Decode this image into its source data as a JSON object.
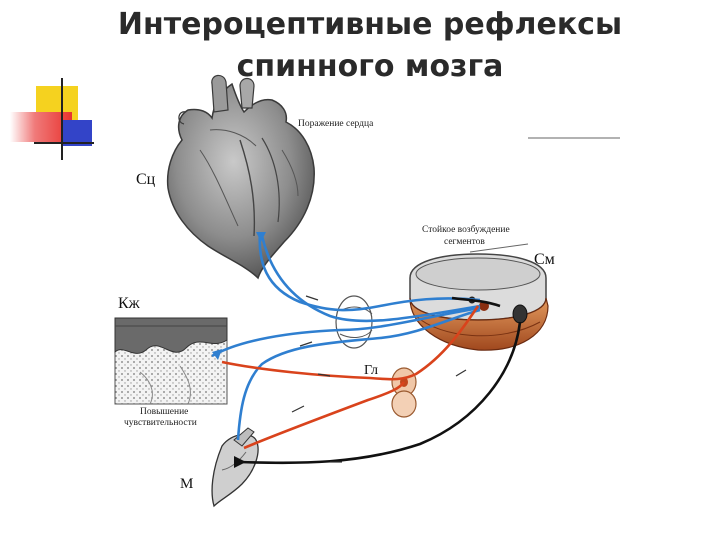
{
  "slide": {
    "title_line1": "Интероцептивные рефлексы",
    "title_line2": "спинного мозга"
  },
  "labels": {
    "heart_damage": "Поражение сердца",
    "heart": "Сц",
    "persistent_excitation_line1": "Стойкое возбуждение",
    "persistent_excitation_line2": "сегментов",
    "spinal_cord": "См",
    "skin": "Кж",
    "ganglion": "Гл",
    "sensitivity_line1": "Повышение",
    "sensitivity_line2": "чувствительности",
    "muscle": "М"
  },
  "colors": {
    "blue_pathway": "#2f7fd0",
    "red_pathway": "#d9431c",
    "black_pathway": "#111111",
    "deco_yellow": "#f5d21f",
    "deco_red": "#e8332f",
    "deco_blue": "#3344c8"
  }
}
